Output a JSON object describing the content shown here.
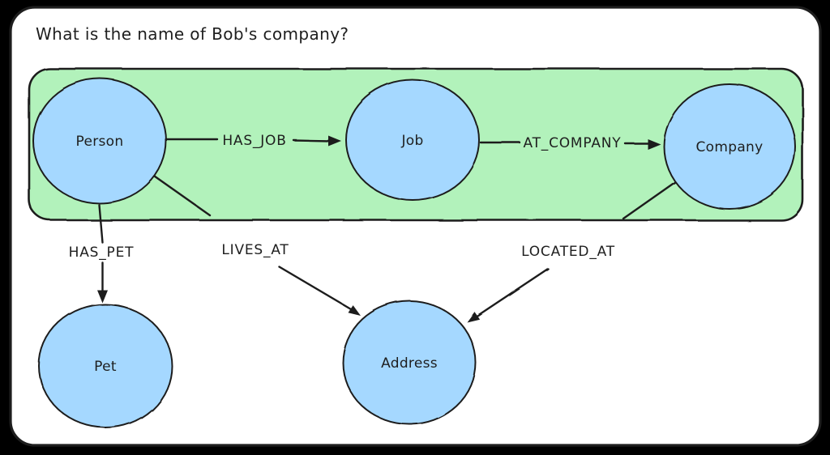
{
  "question": "What is the name of Bob's company?",
  "colors": {
    "canvas": "#000000",
    "card": "#ffffff",
    "stroke": "#1e1e1e",
    "node_fill": "#a5d8ff",
    "highlight": "#b2f2bb"
  },
  "diagram": {
    "type": "graph-schema",
    "highlighted_path": [
      "Person",
      "HAS_JOB",
      "Job",
      "AT_COMPANY",
      "Company"
    ],
    "nodes": {
      "person": {
        "label": "Person"
      },
      "job": {
        "label": "Job"
      },
      "company": {
        "label": "Company"
      },
      "pet": {
        "label": "Pet"
      },
      "address": {
        "label": "Address"
      }
    },
    "edges": {
      "has_job": {
        "label": "HAS_JOB",
        "from": "Person",
        "to": "Job"
      },
      "at_company": {
        "label": "AT_COMPANY",
        "from": "Job",
        "to": "Company"
      },
      "has_pet": {
        "label": "HAS_PET",
        "from": "Person",
        "to": "Pet"
      },
      "lives_at": {
        "label": "LIVES_AT",
        "from": "Person",
        "to": "Address"
      },
      "located_at": {
        "label": "LOCATED_AT",
        "from": "Company",
        "to": "Address"
      }
    }
  }
}
